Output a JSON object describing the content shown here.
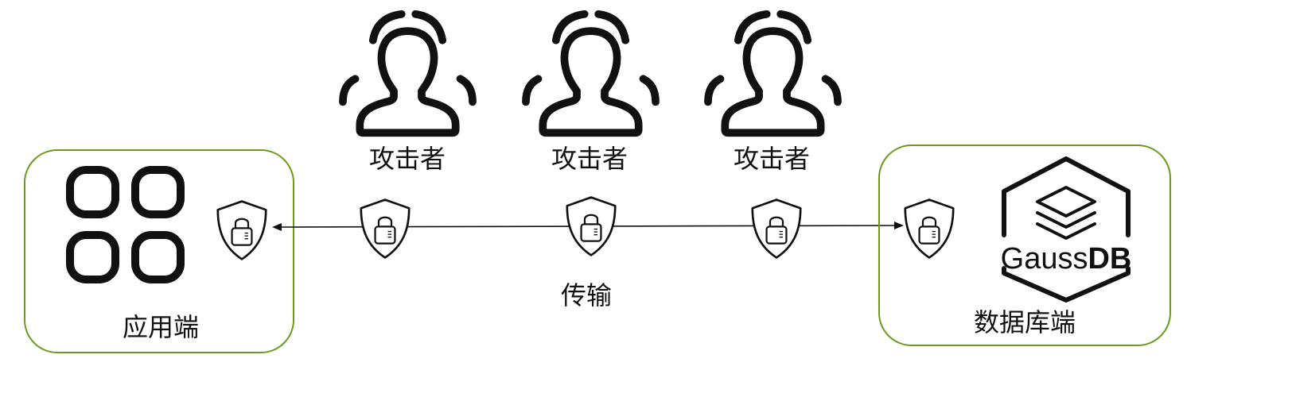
{
  "attackers": [
    {
      "label": "攻击者"
    },
    {
      "label": "攻击者"
    },
    {
      "label": "攻击者"
    }
  ],
  "app": {
    "label": "应用端",
    "icon": "app-grid-icon"
  },
  "database": {
    "label": "数据库端",
    "logo_text_light": "Gauss",
    "logo_text_bold": "DB",
    "icon": "gaussdb-logo"
  },
  "transport": {
    "label": "传输"
  },
  "colors": {
    "box_border": "#6c9a1f",
    "stroke": "#111111"
  },
  "shields": [
    {
      "icon": "shield-lock-icon",
      "position": "app"
    },
    {
      "icon": "shield-lock-icon",
      "position": "transport-1"
    },
    {
      "icon": "shield-lock-icon",
      "position": "transport-2"
    },
    {
      "icon": "shield-lock-icon",
      "position": "transport-3"
    },
    {
      "icon": "shield-lock-icon",
      "position": "database"
    }
  ]
}
